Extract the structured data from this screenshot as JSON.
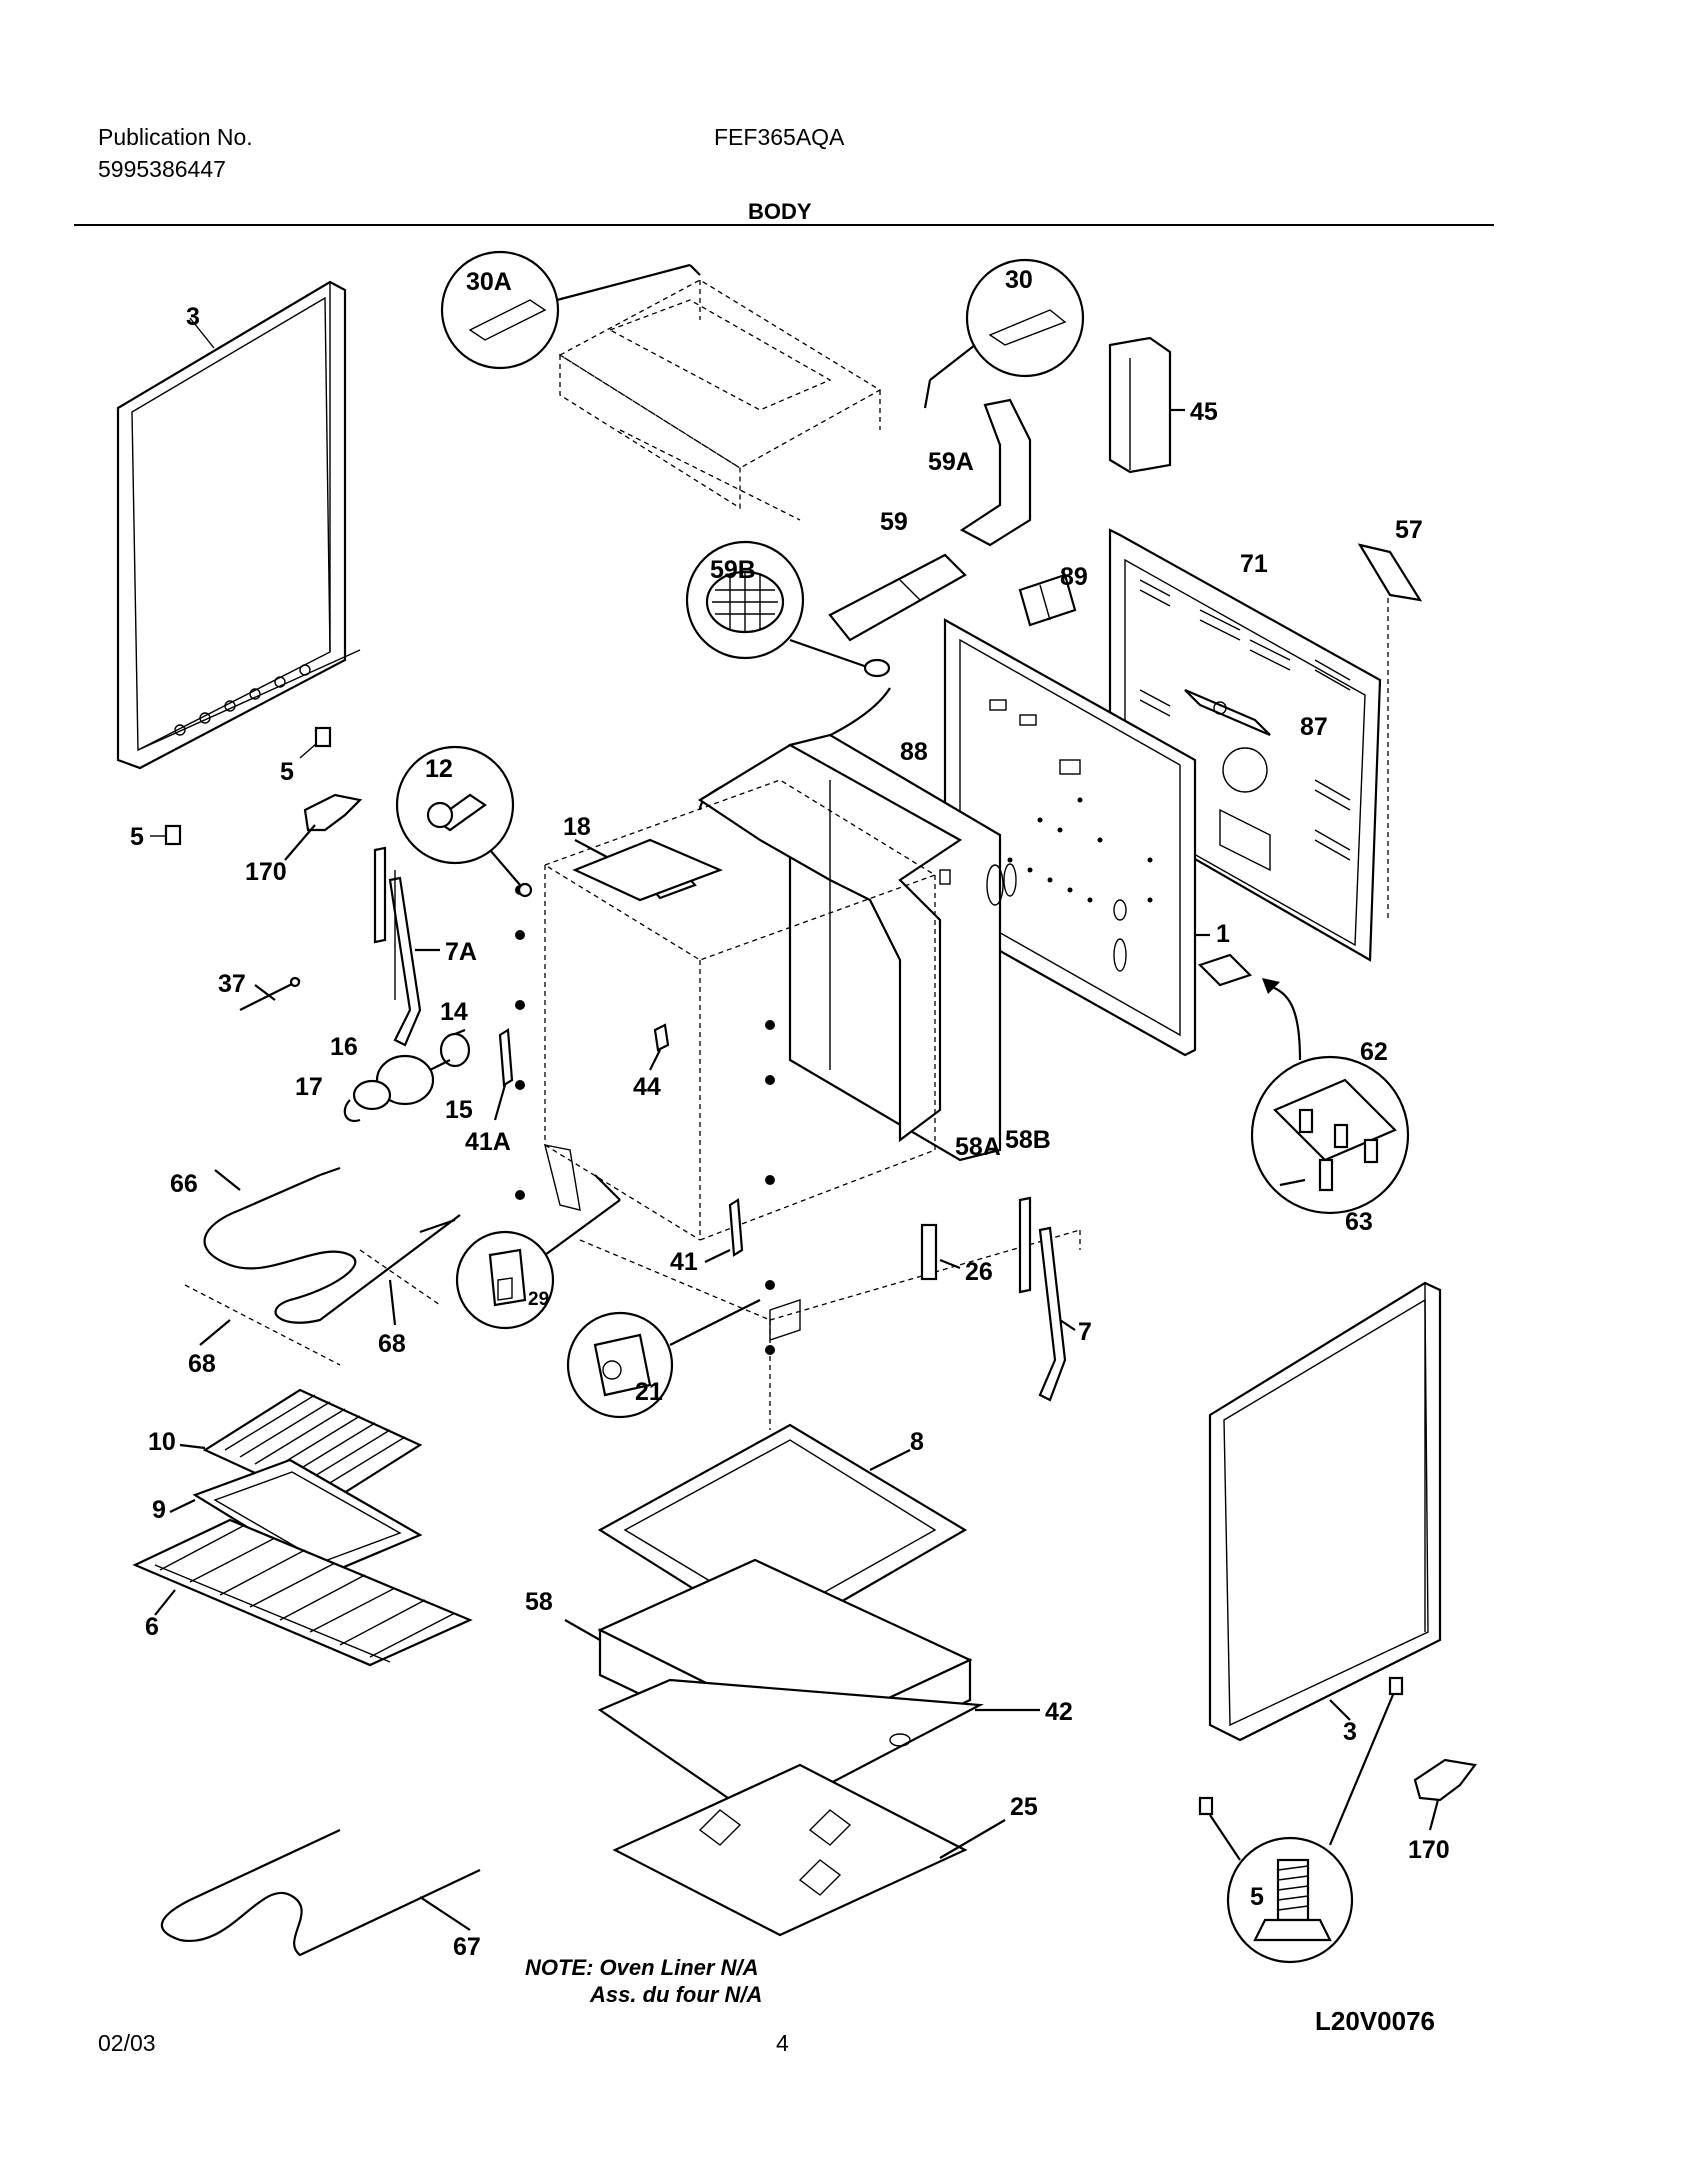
{
  "header": {
    "publication_label": "Publication No.",
    "publication_number": "5995386447",
    "model": "FEF365AQA",
    "section": "BODY"
  },
  "footer": {
    "date": "02/03",
    "page": "4"
  },
  "diagram": {
    "note_line1": "NOTE: Oven Liner N/A",
    "note_line2": "Ass. du four N/A",
    "drawing_code": "L20V0076",
    "callouts": {
      "c3_left": "3",
      "c30A": "30A",
      "c30": "30",
      "c45": "45",
      "c59A": "59A",
      "c59": "59",
      "c59B": "59B",
      "c57": "57",
      "c71": "71",
      "c89": "89",
      "c87": "87",
      "c88": "88",
      "c5_a": "5",
      "c5_b": "5",
      "c170_left": "170",
      "c12": "12",
      "c18": "18",
      "c7A": "7A",
      "c37": "37",
      "c14": "14",
      "c16": "16",
      "c17": "17",
      "c15": "15",
      "c44": "44",
      "c41A": "41A",
      "c1": "1",
      "c62": "62",
      "c63": "63",
      "c58A": "58A",
      "c58B": "58B",
      "c66": "66",
      "c68_a": "68",
      "c68_b": "68",
      "c29": "29",
      "c21": "21",
      "c41": "41",
      "c26": "26",
      "c7": "7",
      "c10": "10",
      "c9": "9",
      "c6": "6",
      "c8": "8",
      "c58": "58",
      "c42": "42",
      "c25": "25",
      "c3_right": "3",
      "c170_right": "170",
      "c5_c": "5",
      "c67": "67"
    }
  }
}
